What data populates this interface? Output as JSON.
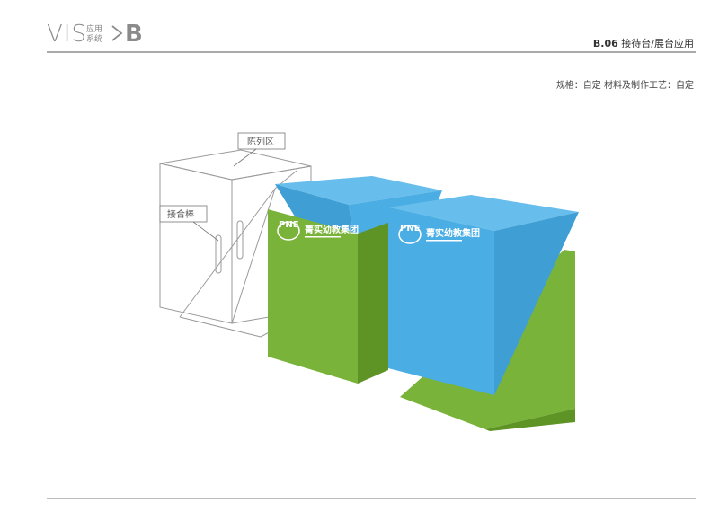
{
  "header": {
    "brand": "VIS",
    "brand_sub_1": "应用",
    "brand_sub_2": "系统",
    "section_letter": "B",
    "section_code": "B.06",
    "section_title": "接待台/展台应用"
  },
  "spec": {
    "text": "规格：自定  材料及制作工艺：自定"
  },
  "drawing": {
    "callouts": {
      "display_area": "陈列区",
      "handle": "接合棒"
    },
    "logo": {
      "mark": "PNE",
      "name": "菁实幼教集团"
    },
    "colors": {
      "blue": "#4aaee4",
      "blue_top": "#67bdeb",
      "green": "#79b33a",
      "green_dark": "#5e9326",
      "line": "#9a9a9a"
    }
  }
}
